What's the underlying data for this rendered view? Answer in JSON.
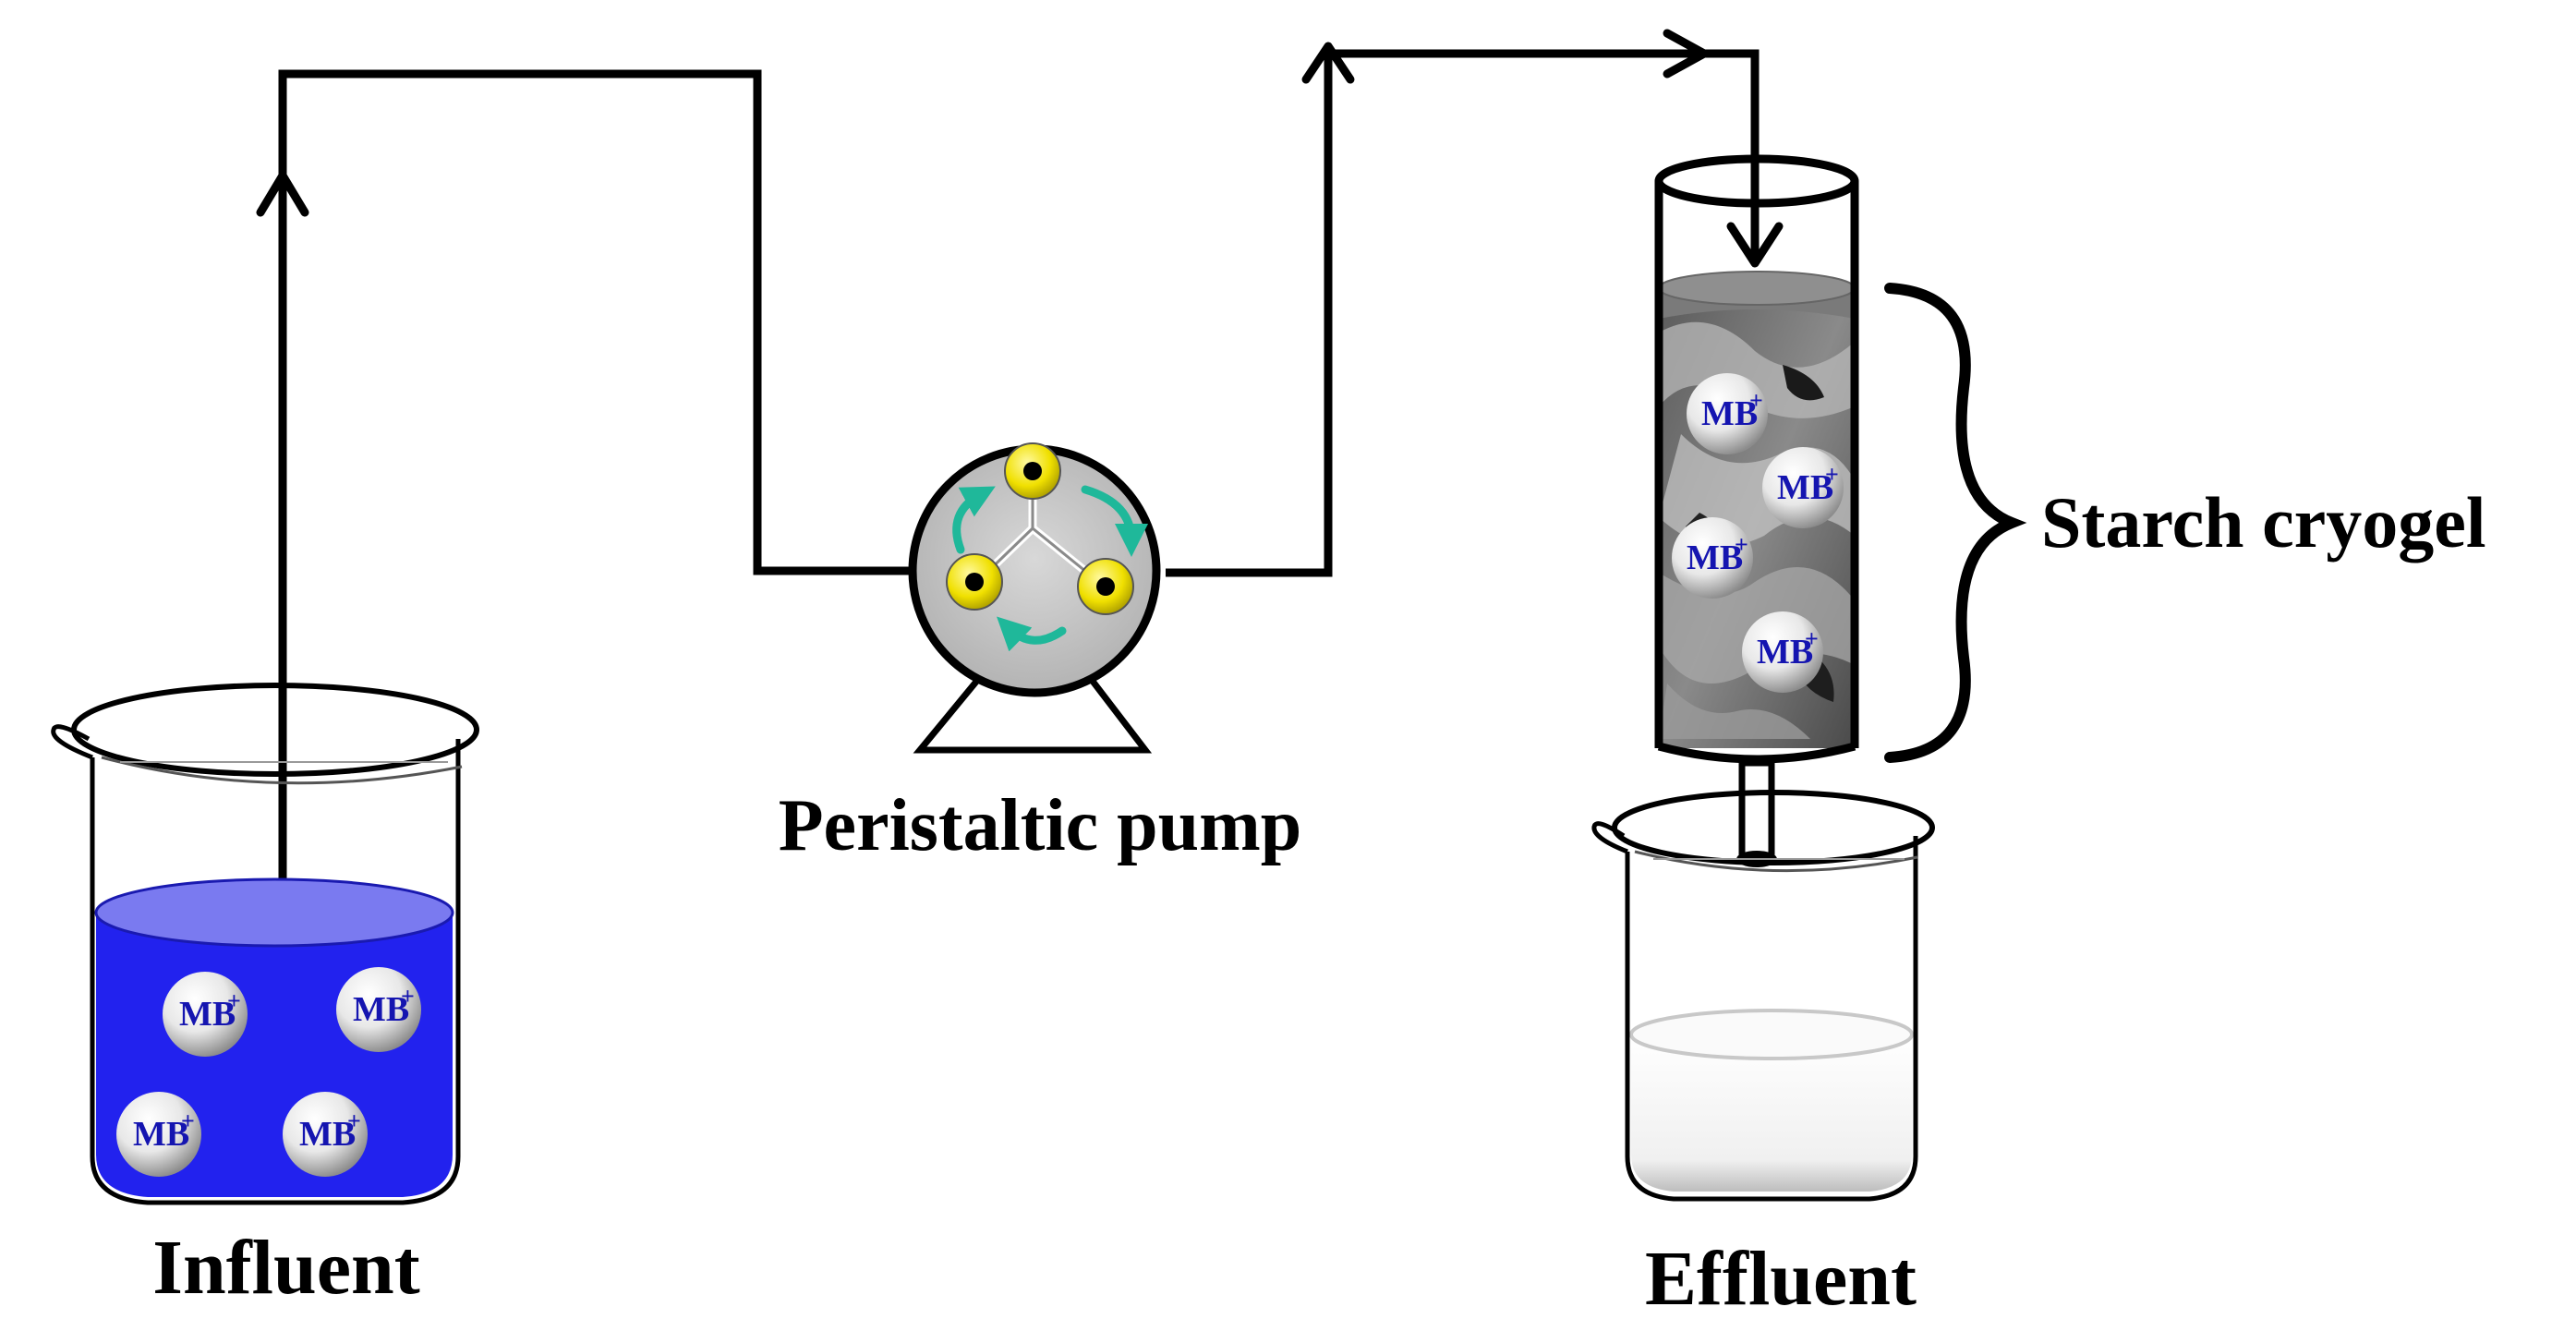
{
  "labels": {
    "influent": "Influent",
    "pump": "Peristaltic pump",
    "effluent": "Effluent",
    "cryogel": "Starch cryogel"
  },
  "ion": {
    "main": "MB",
    "sup": "+"
  },
  "colors": {
    "line": "#000000",
    "influent_liquid": "#2222ee",
    "influent_surface": "#7a7af0",
    "ion_text": "#1515b0",
    "pump_body": "#c4c4c4",
    "roller": "#f0e000",
    "rotation_arrow": "#1fb89a",
    "cryogel_dark": "#3a3a3a",
    "effluent_liquid": "#f2f2f2"
  },
  "icons": {
    "beaker": "beaker-icon",
    "pump": "peristaltic-pump-icon",
    "column": "column-icon",
    "brace": "curly-brace-icon",
    "flow_arrow": "arrow-icon"
  }
}
